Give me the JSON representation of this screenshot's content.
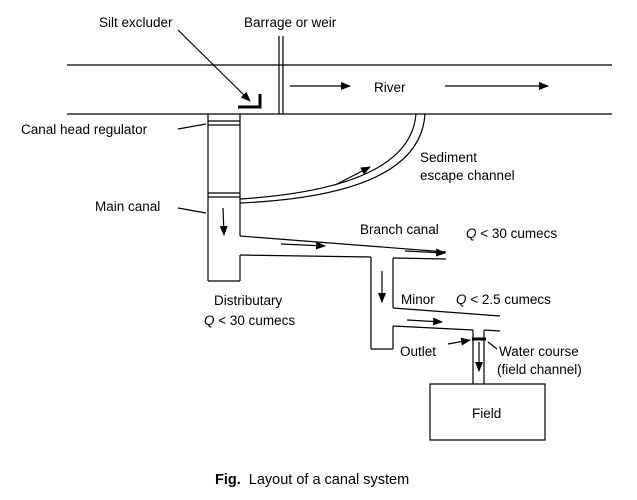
{
  "labels": {
    "silt_excluder": "Silt excluder",
    "barrage": "Barrage or weir",
    "river": "River",
    "canal_head_regulator": "Canal head regulator",
    "sediment_line1": "Sediment",
    "sediment_line2": "escape channel",
    "main_canal": "Main canal",
    "branch_canal": "Branch canal",
    "branch_q_var": "Q",
    "branch_q_rest": " < 30 cumecs",
    "distributary": "Distributary",
    "distributary_q_var": "Q",
    "distributary_q_rest": " < 30 cumecs",
    "minor": "Minor",
    "minor_q_var": "Q",
    "minor_q_rest": " < 2.5 cumecs",
    "outlet": "Outlet",
    "water_course_line1": "Water course",
    "water_course_line2": "(field channel)",
    "field": "Field"
  },
  "caption": {
    "prefix": "Fig.",
    "text": "Layout of a canal system"
  }
}
